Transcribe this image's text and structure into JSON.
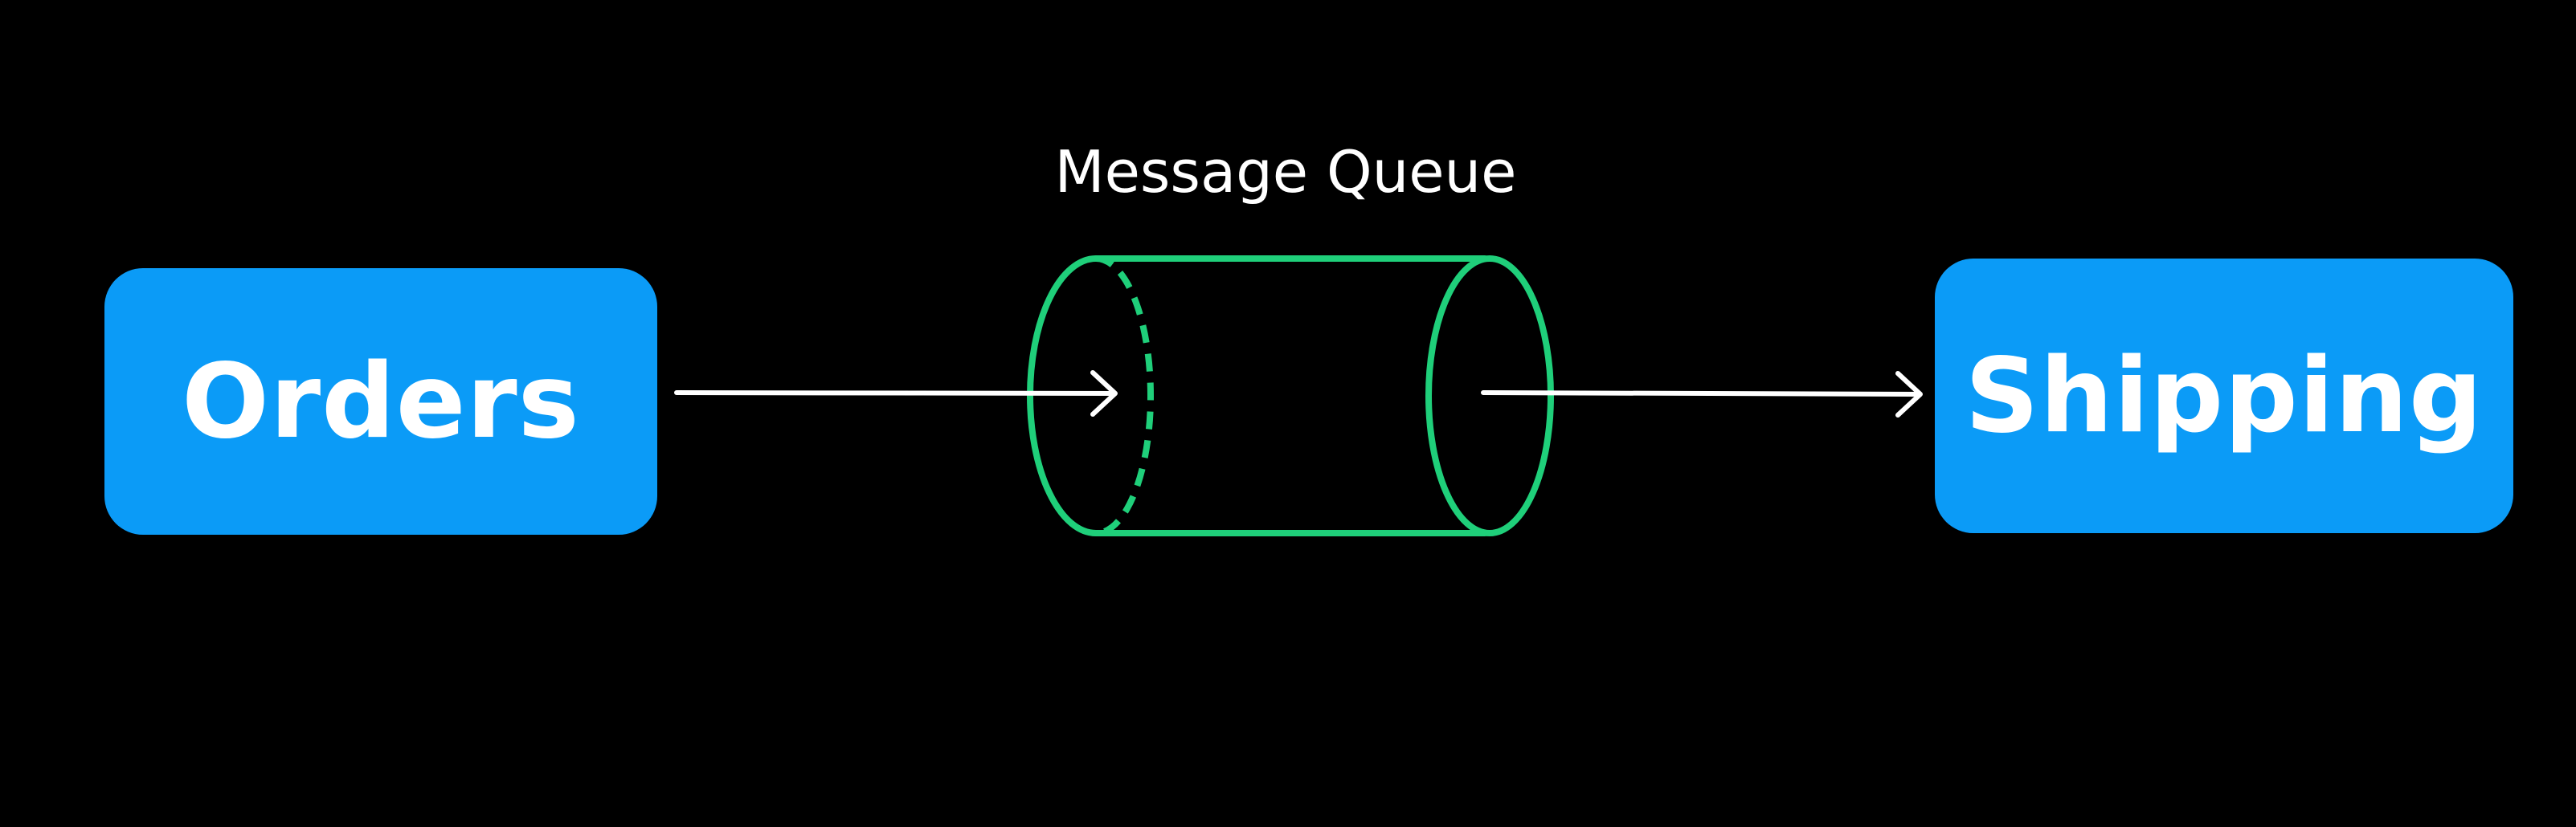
{
  "nodes": {
    "source": {
      "label": "Orders"
    },
    "queue": {
      "label": "Message Queue"
    },
    "target": {
      "label": "Shipping"
    }
  },
  "colors": {
    "background": "#000000",
    "node_fill": "#0b9bf7",
    "queue_stroke": "#1fcf7a",
    "arrow": "#ffffff",
    "text": "#ffffff"
  }
}
